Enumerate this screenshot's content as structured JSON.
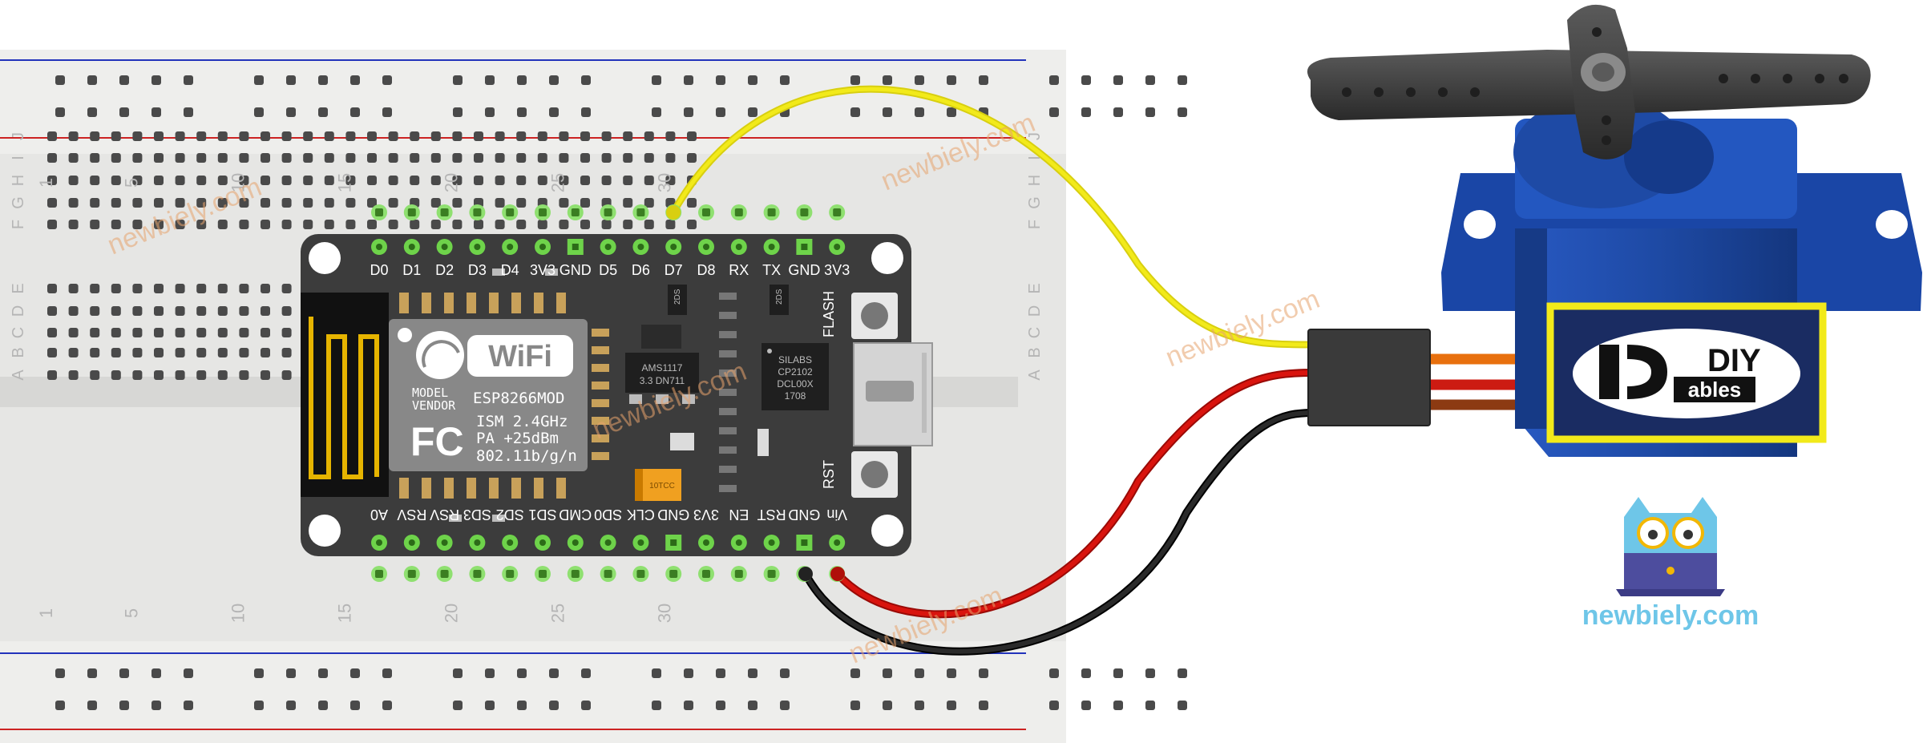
{
  "breadboard": {
    "row_letters_top": [
      "J",
      "I",
      "H",
      "G",
      "F"
    ],
    "row_letters_bottom": [
      "E",
      "D",
      "C",
      "B",
      "A"
    ],
    "column_numbers": [
      "1",
      "5",
      "10",
      "15",
      "20",
      "25",
      "30"
    ]
  },
  "board": {
    "top_pins": [
      "D0",
      "D1",
      "D2",
      "D3",
      "D4",
      "3V3",
      "GND",
      "D5",
      "D6",
      "D7",
      "D8",
      "RX",
      "TX",
      "GND",
      "3V3"
    ],
    "bottom_pins": [
      "A0",
      "RSV",
      "RSV",
      "SD3",
      "SD2",
      "SD1",
      "CMD",
      "SD0",
      "CLK",
      "GND",
      "3V3",
      "EN",
      "RST",
      "GND",
      "Vin"
    ],
    "button_flash": "FLASH",
    "button_rst": "RST",
    "module": {
      "wifi": "WiFi",
      "model": "MODEL",
      "vendor": "VENDOR",
      "part": "ESP8266MOD",
      "fc": "FC",
      "spec1": "ISM 2.4GHz",
      "spec2": "PA  +25dBm",
      "spec3": "802.11b/g/n"
    },
    "regulator": [
      "AMS1117",
      "3.3   DN711"
    ],
    "usb_chip": [
      "SILABS",
      "CP2102",
      "DCL00X",
      "1708"
    ],
    "cap_label": "10TCC",
    "small_ic_labels": [
      "2DS",
      "2DS"
    ]
  },
  "servo_label": {
    "line1": "DIY",
    "line2": "ables"
  },
  "logo_text": "newbiely.com",
  "watermark": "newbiely.com",
  "colors": {
    "wire_signal": "#f2ea1a",
    "wire_power": "#d9140e",
    "wire_ground": "#161616",
    "servo_blue": "#1e4aa5",
    "pin_green": "#6ed34a",
    "board": "#3c3c3c"
  }
}
